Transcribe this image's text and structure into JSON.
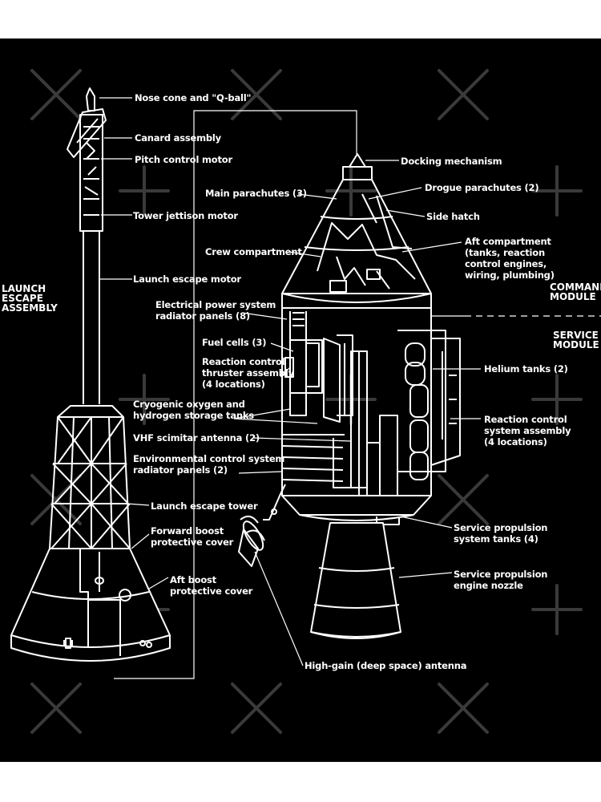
{
  "colors": {
    "background": "#000000",
    "ink": "#ffffff",
    "page": "#ffffff",
    "watermark": "#3a3a3a"
  },
  "section_labels": {
    "launch_escape_assembly": "LAUNCH\nESCAPE\nASSEMBLY",
    "command_module": "COMMAND\nMODULE",
    "service_module": "SERVICE\nMODULE"
  },
  "labels": {
    "nose_cone": "Nose cone and \"Q-ball\"",
    "canard_assembly": "Canard assembly",
    "pitch_control_motor": "Pitch control motor",
    "tower_jettison_motor": "Tower jettison motor",
    "launch_escape_motor": "Launch escape motor",
    "launch_escape_tower": "Launch escape tower",
    "forward_boost_cover": "Forward boost\nprotective cover",
    "aft_boost_cover": "Aft boost\nprotective cover",
    "docking_mechanism": "Docking mechanism",
    "main_parachutes": "Main parachutes (3)",
    "drogue_parachutes": "Drogue parachutes (2)",
    "side_hatch": "Side hatch",
    "crew_compartment": "Crew compartment",
    "aft_compartment": "Aft compartment\n(tanks, reaction\ncontrol engines,\nwiring, plumbing)",
    "eps_radiator": "Electrical power system\nradiator panels (8)",
    "fuel_cells": "Fuel cells (3)",
    "rcs_thruster": "Reaction control\nthruster assembly\n(4 locations)",
    "cryogenic_tanks": "Cryogenic oxygen and\nhydrogen storage tanks",
    "vhf_antenna": "VHF scimitar antenna (2)",
    "ecs_radiator": "Environmental control system\nradiator panels (2)",
    "helium_tanks": "Helium tanks (2)",
    "rcs_system": "Reaction control\nsystem assembly\n(4 locations)",
    "sps_tanks": "Service propulsion\nsystem tanks (4)",
    "sps_nozzle": "Service propulsion\nengine nozzle",
    "high_gain_antenna": "High-gain (deep space) antenna"
  }
}
